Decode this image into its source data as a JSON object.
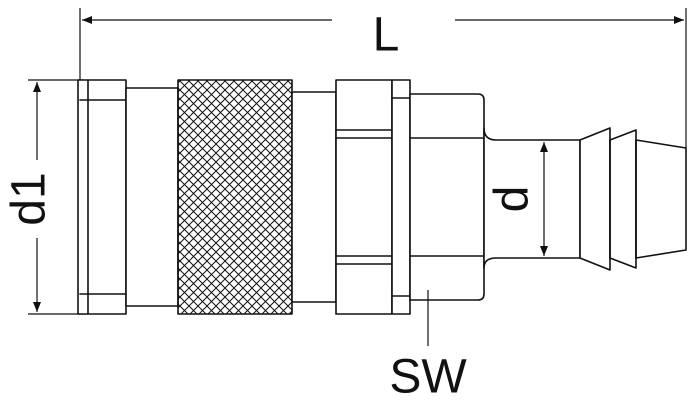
{
  "diagram": {
    "labels": {
      "length": "L",
      "outer_diameter": "d1",
      "hose_diameter": "d",
      "wrench_size": "SW"
    }
  }
}
